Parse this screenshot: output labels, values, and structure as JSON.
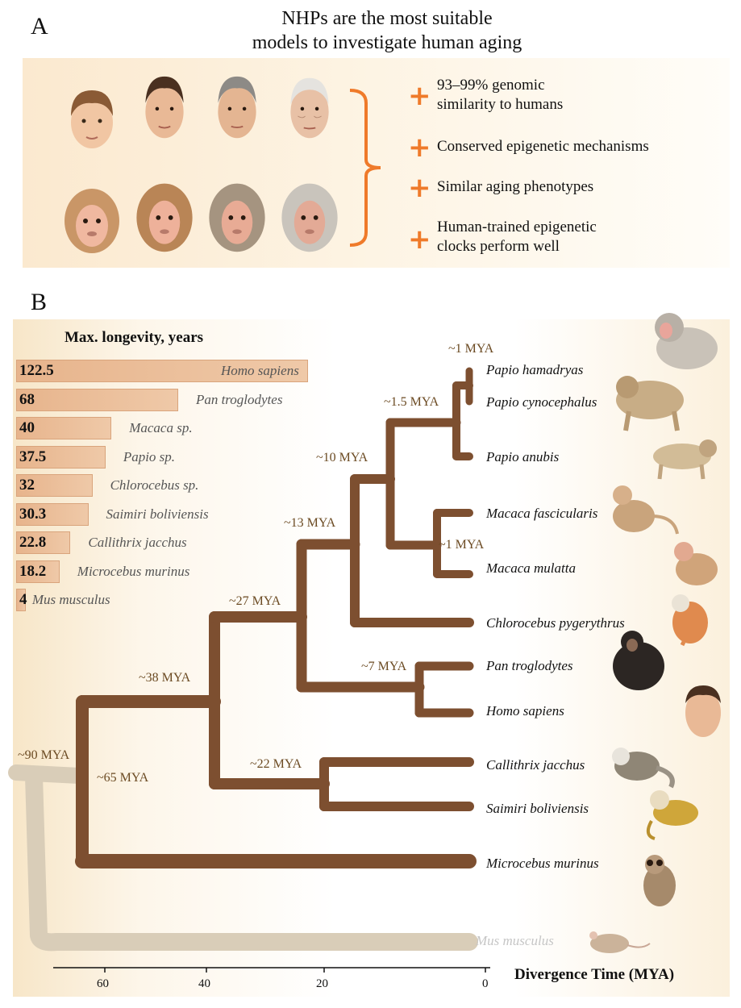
{
  "panel_a": {
    "letter": "A",
    "title_line1": "NHPs are the most suitable",
    "title_line2": "models to investigate human aging",
    "bullets": [
      {
        "line1": "93–99% genomic",
        "line2": "similarity to humans"
      },
      {
        "line1": "Conserved epigenetic mechanisms",
        "line2": ""
      },
      {
        "line1": "Similar aging phenotypes",
        "line2": ""
      },
      {
        "line1": "Human-trained epigenetic",
        "line2": "clocks perform well"
      }
    ],
    "plus_symbol": "+",
    "accent_color": "#ef7a2a"
  },
  "panel_b": {
    "letter": "B",
    "longevity_title": "Max. longevity, years",
    "longevity": [
      {
        "value": 122.5,
        "label": "122.5",
        "species": "Homo sapiens"
      },
      {
        "value": 68,
        "label": "68",
        "species": "Pan troglodytes"
      },
      {
        "value": 40,
        "label": "40",
        "species": "Macaca sp."
      },
      {
        "value": 37.5,
        "label": "37.5",
        "species": "Papio sp."
      },
      {
        "value": 32,
        "label": "32",
        "species": "Chlorocebus sp."
      },
      {
        "value": 30.3,
        "label": "30.3",
        "species": "Saimiri boliviensis"
      },
      {
        "value": 22.8,
        "label": "22.8",
        "species": "Callithrix jacchus"
      },
      {
        "value": 18.2,
        "label": "18.2",
        "species": "Microcebus murinus"
      },
      {
        "value": 4,
        "label": "4",
        "species": "Mus musculus"
      }
    ],
    "tree_species": [
      "Papio hamadryas",
      "Papio cynocephalus",
      "Papio anubis",
      "Macaca fascicularis",
      "Macaca mulatta",
      "Chlorocebus pygerythrus",
      "Pan troglodytes",
      "Homo sapiens",
      "Callithrix jacchus",
      "Saimiri boliviensis",
      "Microcebus murinus",
      "Mus musculus"
    ],
    "nodes": {
      "n1a": "~1 MYA",
      "n15": "~1.5 MYA",
      "n10": "~10 MYA",
      "n13": "~13 MYA",
      "n1b": "~1 MYA",
      "n27": "~27 MYA",
      "n7": "~7 MYA",
      "n38": "~38 MYA",
      "n22": "~22 MYA",
      "n90": "~90 MYA",
      "n65": "~65 MYA"
    },
    "axis": {
      "ticks": [
        "60",
        "40",
        "20",
        "0"
      ],
      "title": "Divergence Time (MYA)"
    },
    "branch_color": "#8a5a3a",
    "outgroup_color": "#d9cdb8"
  }
}
